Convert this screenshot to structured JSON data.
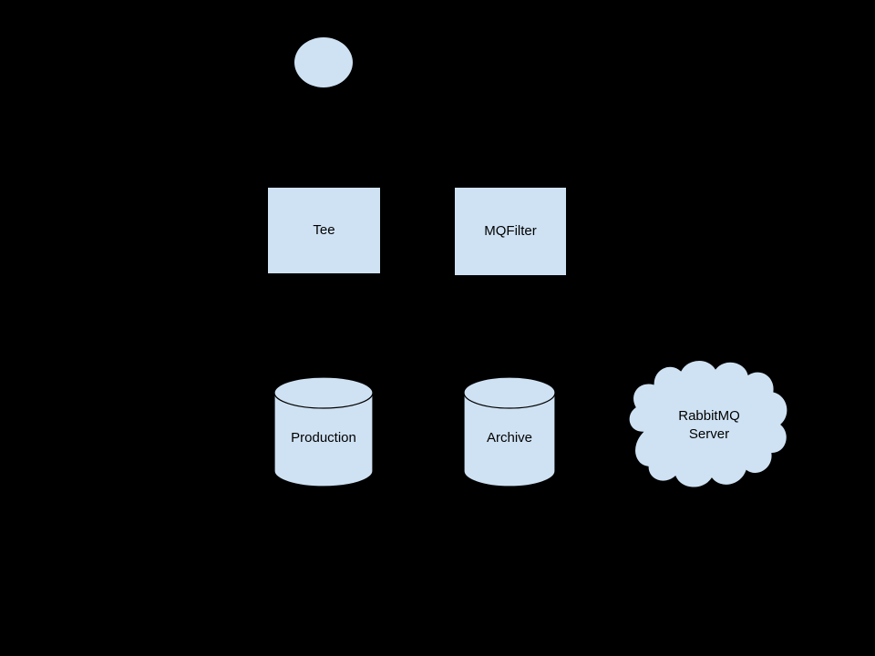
{
  "style": {
    "bg": "#000000",
    "node_fill": "#cfe2f3",
    "node_stroke": "#000000",
    "text_color": "#000000"
  },
  "nodes": {
    "start": {
      "type": "ellipse",
      "label": ""
    },
    "tee": {
      "type": "process",
      "label": "Tee"
    },
    "mqfilter": {
      "type": "process",
      "label": "MQFilter"
    },
    "production": {
      "type": "cylinder",
      "label": "Production"
    },
    "archive": {
      "type": "cylinder",
      "label": "Archive"
    },
    "rabbitmq": {
      "type": "cloud",
      "label": "RabbitMQ Server",
      "lines": [
        "RabbitMQ",
        "Server"
      ]
    }
  }
}
